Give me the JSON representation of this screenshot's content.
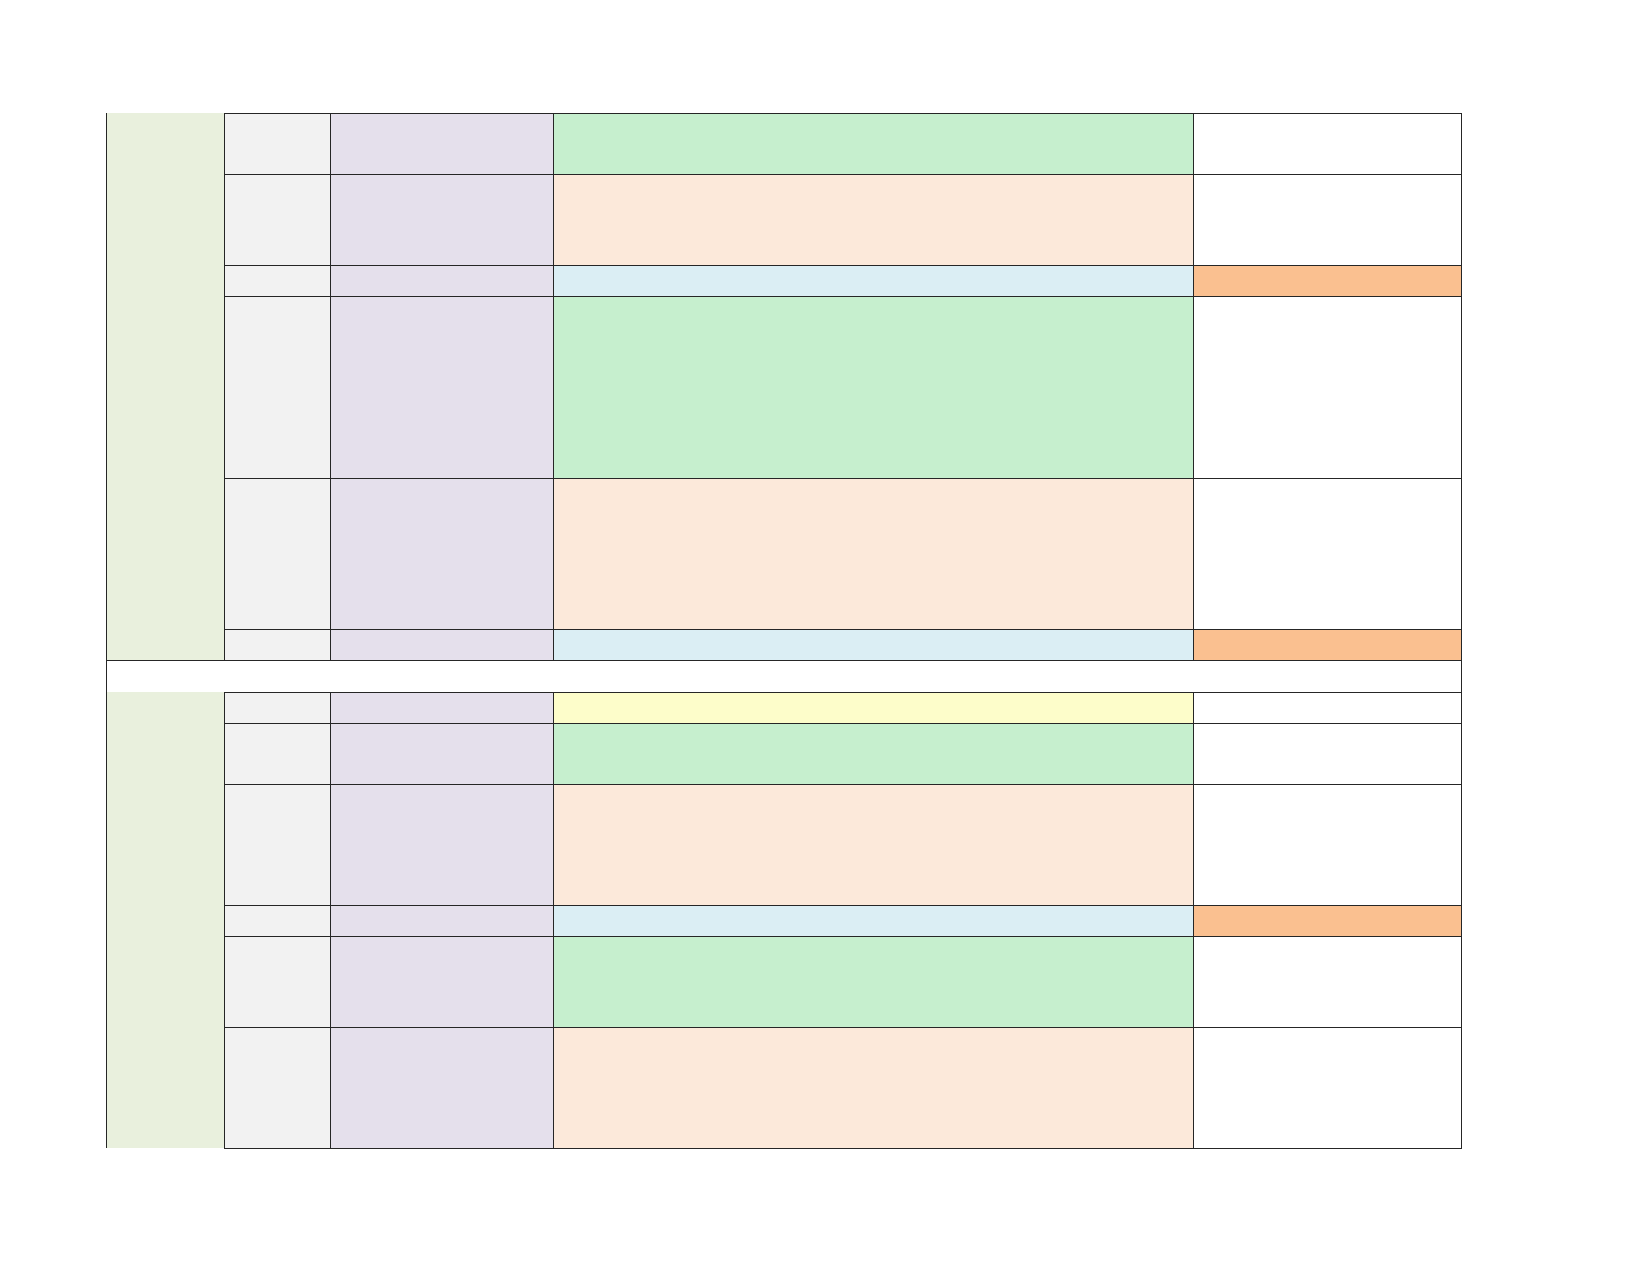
{
  "colors": {
    "section_label": "#e9f0dd",
    "col_number": "#f2f2f2",
    "col_category": "#e5e0ec",
    "row_green": "#c6efce",
    "row_peach": "#fce9da",
    "row_blue": "#dbeef4",
    "row_yellow": "#fdfdca",
    "row_plain": "#ffffff",
    "status_orange": "#fac090"
  },
  "sheet": {
    "sections": [
      {
        "label": "",
        "rows": [
          {
            "kind": "green",
            "cells": [
              "",
              "",
              "",
              ""
            ]
          },
          {
            "kind": "peach",
            "cells": [
              "",
              "",
              "",
              ""
            ]
          },
          {
            "kind": "blue",
            "cells": [
              "",
              "",
              "",
              ""
            ],
            "highlight_last": true
          },
          {
            "kind": "green",
            "cells": [
              "",
              "",
              "",
              ""
            ]
          },
          {
            "kind": "peach",
            "cells": [
              "",
              "",
              "",
              ""
            ]
          },
          {
            "kind": "blue",
            "cells": [
              "",
              "",
              "",
              ""
            ],
            "highlight_last": true
          }
        ]
      },
      {
        "label": "",
        "rows": [
          {
            "kind": "yellow",
            "cells": [
              "",
              "",
              "",
              ""
            ]
          },
          {
            "kind": "green",
            "cells": [
              "",
              "",
              "",
              ""
            ]
          },
          {
            "kind": "peach",
            "cells": [
              "",
              "",
              "",
              ""
            ]
          },
          {
            "kind": "blue",
            "cells": [
              "",
              "",
              "",
              ""
            ],
            "highlight_last": true
          },
          {
            "kind": "green",
            "cells": [
              "",
              "",
              "",
              ""
            ]
          },
          {
            "kind": "peach",
            "cells": [
              "",
              "",
              "",
              ""
            ]
          }
        ]
      }
    ]
  }
}
